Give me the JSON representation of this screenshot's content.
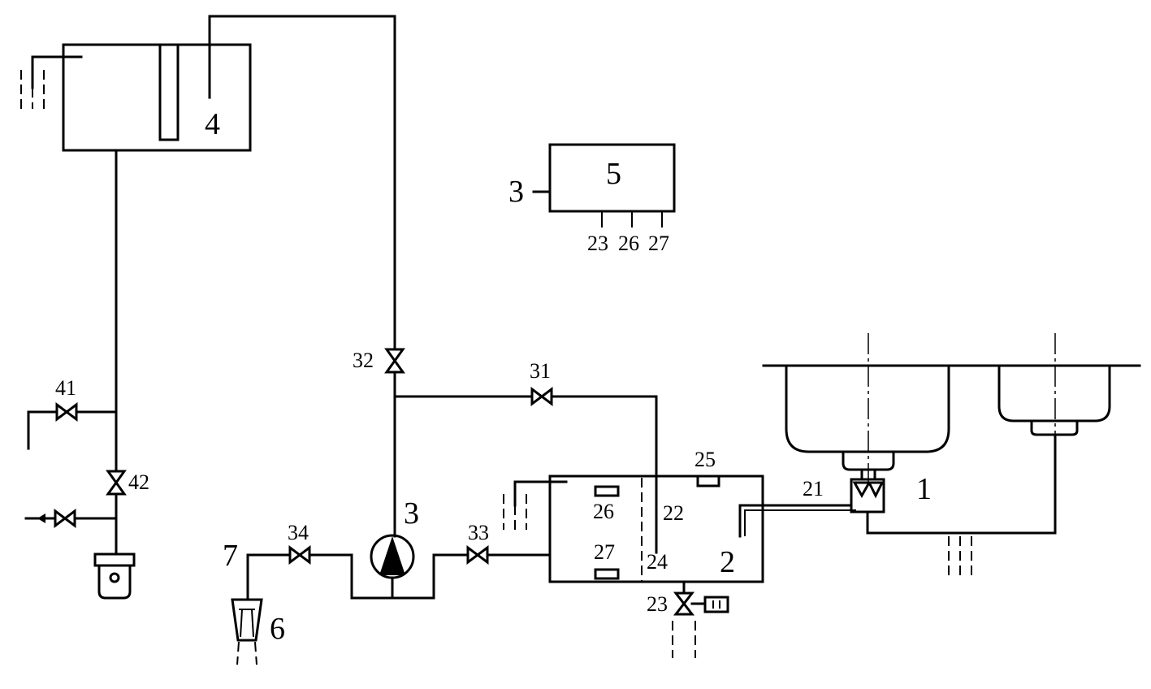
{
  "labels": {
    "tank": "4",
    "controller": "5",
    "controller_input": "3",
    "sig_23": "23",
    "sig_26": "26",
    "sig_27": "27",
    "valve_32": "32",
    "valve_31": "31",
    "valve_41": "41",
    "valve_42": "42",
    "valve_34": "34",
    "valve_33": "33",
    "pump": "3",
    "outlet": "7",
    "nozzle": "6",
    "sensor_25": "25",
    "sensor_26": "26",
    "sensor_27": "27",
    "partition_22": "22",
    "pipe_24": "24",
    "chamber": "2",
    "drain_valve_23": "23",
    "pipe_21": "21",
    "sink": "1"
  }
}
